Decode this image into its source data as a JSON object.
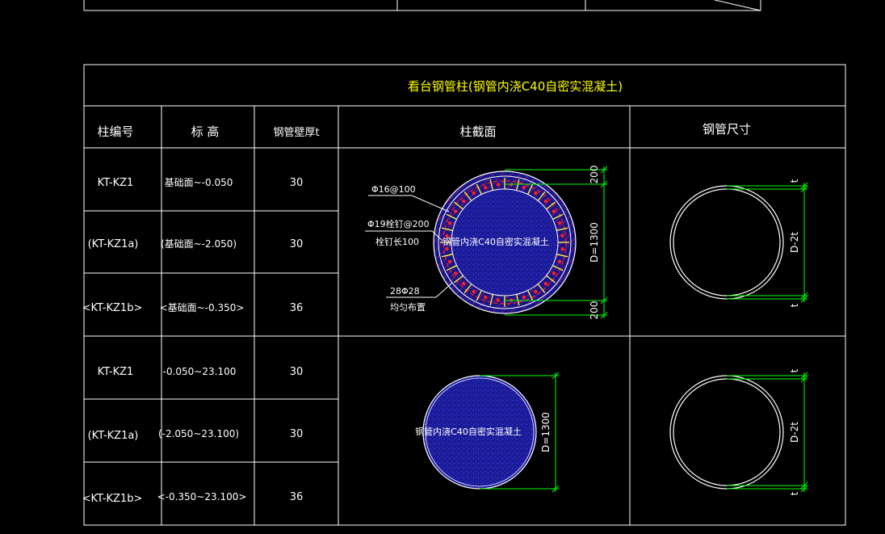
{
  "table": {
    "title": "看台钢管柱(钢管内浇C40自密实混凝土)",
    "headers": {
      "column_id": "柱编号",
      "elevation": "标 高",
      "wall_thickness": "钢管壁厚t",
      "section": "柱截面",
      "tube_size": "钢管尺寸"
    },
    "rows": [
      {
        "id": "KT-KZ1",
        "elevation": "基础面~-0.050",
        "t": "30"
      },
      {
        "id": "(KT-KZ1a)",
        "elevation": "(基础面~-2.050)",
        "t": "30"
      },
      {
        "id": "<KT-KZ1b>",
        "elevation": "<基础面~-0.350>",
        "t": "36"
      },
      {
        "id": "KT-KZ1",
        "elevation": "-0.050~23.100",
        "t": "30"
      },
      {
        "id": "(KT-KZ1a)",
        "elevation": "(-2.050~23.100)",
        "t": "30"
      },
      {
        "id": "<KT-KZ1b>",
        "elevation": "<-0.350~23.100>",
        "t": "36"
      }
    ]
  },
  "section_upper": {
    "fill_label": "钢管内浇C40自密实混凝土",
    "note_stirrup": "Φ16@100",
    "note_stud_line1": "Φ19栓钉@200",
    "note_stud_line2": "栓钉长100",
    "note_rebar_line1": "28Φ28",
    "note_rebar_line2": "均匀布置",
    "dim_top": "200",
    "dim_diameter": "D=1300",
    "dim_bottom": "200"
  },
  "section_lower": {
    "fill_label": "钢管内浇C40自密实混凝土",
    "dim_diameter": "D=1300"
  },
  "tube_upper": {
    "dim_top": "t",
    "dim_diameter": "D-2t",
    "dim_bottom": "t"
  },
  "tube_lower": {
    "dim_top": "t",
    "dim_diameter": "D-2t",
    "dim_bottom": "t"
  },
  "colors": {
    "line": "#ffffff",
    "title_text": "#ffff00",
    "dimension": "#00ff00",
    "concrete": "#1a1aa8",
    "rebar_ring": "#ff2020",
    "stud": "#ffff40"
  }
}
